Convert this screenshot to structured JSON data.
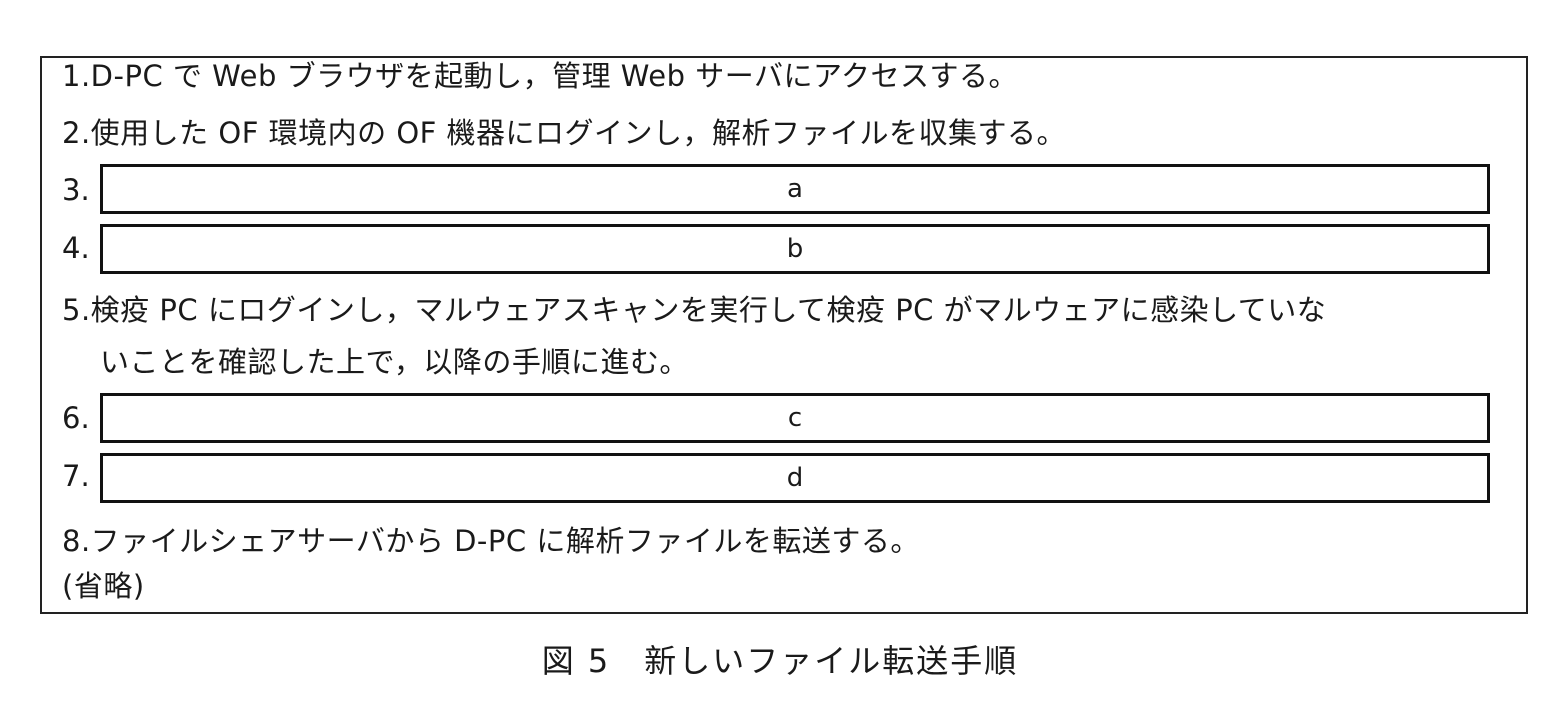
{
  "figure": {
    "steps": [
      {
        "num": "1.",
        "text": "D-PC で Web ブラウザを起動し，管理 Web サーバにアクセスする。"
      },
      {
        "num": "2.",
        "text": "使用した OF 環境内の OF 機器にログインし，解析ファイルを収集する。"
      },
      {
        "num": "3.",
        "blank": "a"
      },
      {
        "num": "4.",
        "blank": "b"
      },
      {
        "num": "5.",
        "text": "検疫 PC にログインし，マルウェアスキャンを実行して検疫 PC がマルウェアに感染していな",
        "text2": "いことを確認した上で，以降の手順に進む。"
      },
      {
        "num": "6.",
        "blank": "c"
      },
      {
        "num": "7.",
        "blank": "d"
      },
      {
        "num": "8.",
        "text": "ファイルシェアサーバから D-PC に解析ファイルを転送する。"
      }
    ],
    "omitted": "(省略)",
    "caption": "図 5　新しいファイル転送手順"
  }
}
